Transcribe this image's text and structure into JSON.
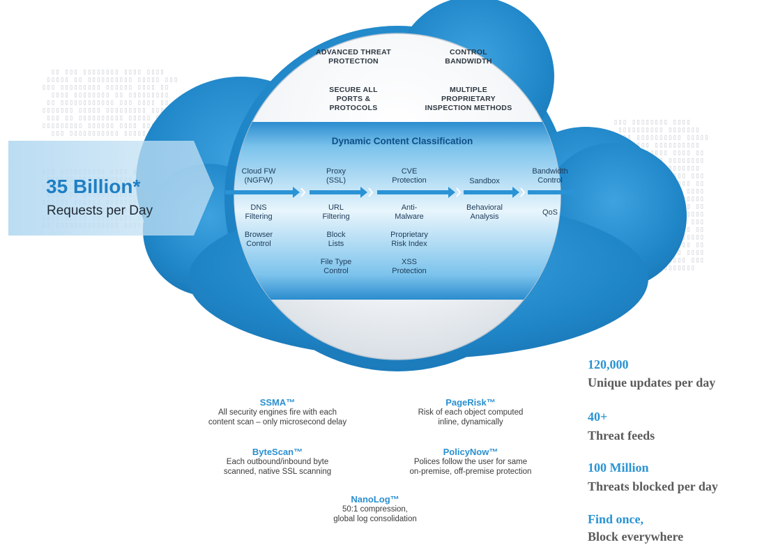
{
  "request_banner": {
    "value": "35 Billion*",
    "label": "Requests per Day"
  },
  "cloud_top": {
    "items": [
      "ADVANCED THREAT\nPROTECTION",
      "CONTROL\nBANDWIDTH",
      "SECURE ALL\nPORTS &\nPROTOCOLS",
      "MULTIPLE\nPROPRIETARY\nINSPECTION METHODS"
    ]
  },
  "band": {
    "title": "Dynamic Content Classification",
    "headers": [
      "Cloud FW\n(NGFW)",
      "Proxy\n(SSL)",
      "CVE\nProtection",
      "Sandbox",
      "Bandwidth\nControl"
    ],
    "columns": [
      [
        "DNS\nFiltering",
        "Browser\nControl"
      ],
      [
        "URL\nFiltering",
        "Block\nLists",
        "File Type\nControl"
      ],
      [
        "Anti-\nMalware",
        "Proprietary\nRisk Index",
        "XSS\nProtection"
      ],
      [
        "Behavioral\nAnalysis"
      ],
      [
        "QoS"
      ]
    ]
  },
  "features": [
    {
      "name": "SSMA™",
      "desc": "All security engines fire with each\ncontent scan – only microsecond delay"
    },
    {
      "name": "PageRisk™",
      "desc": "Risk of each object computed\ninline, dynamically"
    },
    {
      "name": "ByteScan™",
      "desc": "Each outbound/inbound byte\nscanned, native SSL scanning"
    },
    {
      "name": "PolicyNow™",
      "desc": "Polices follow the user for same\non-premise, off-premise protection"
    },
    {
      "name": "NanoLog™",
      "desc": "50:1 compression,\nglobal log consolidation"
    }
  ],
  "stats": [
    {
      "value": "120,000",
      "label": "Unique updates per day"
    },
    {
      "value": "40+",
      "label": "Threat feeds"
    },
    {
      "value": "100 Million",
      "label": "Threats blocked per day"
    },
    {
      "value": "Find once,",
      "label": "Block everywhere"
    }
  ],
  "colors": {
    "cloud_blue": "#2a8fd0",
    "band_blue": "#4aa6de",
    "accent_text": "#2a8fd0",
    "stat_label": "#5a5a5a"
  }
}
